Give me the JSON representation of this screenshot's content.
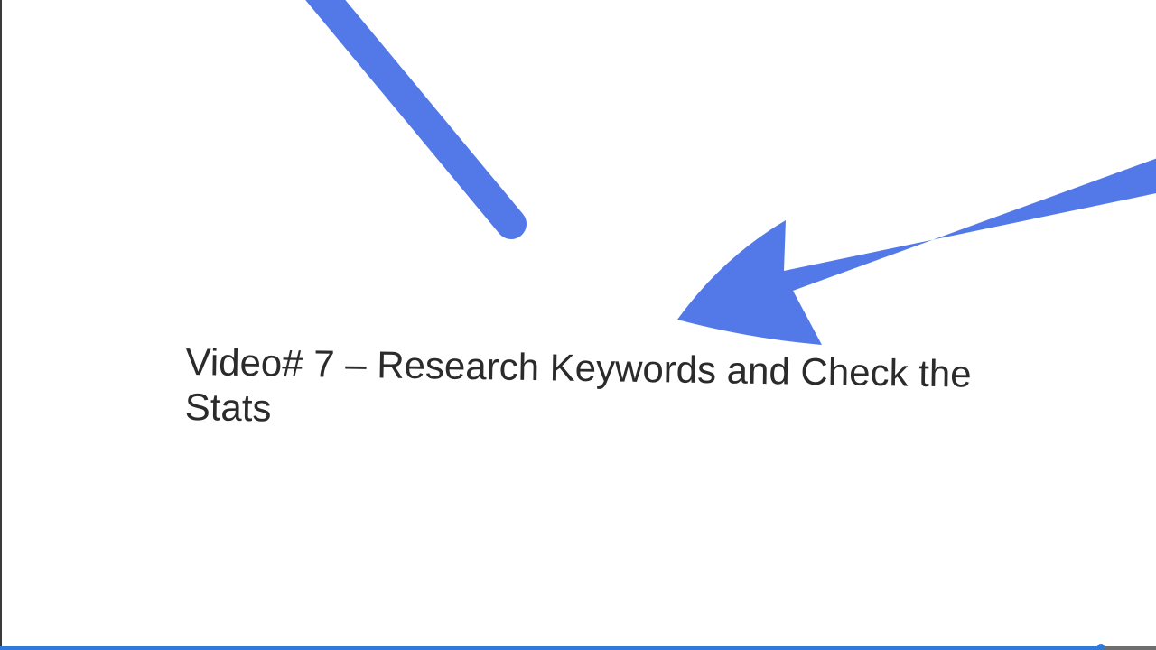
{
  "slide": {
    "title": "Video# 7 – Research Keywords and Check the Stats"
  },
  "colors": {
    "arrow": "#5379e8",
    "title_text": "#2b2b2b",
    "progress": "#2f7ad9",
    "track": "#6e6e6e",
    "background": "#ffffff"
  },
  "icons": [
    "arrow-line-shape",
    "arrow-shape"
  ],
  "playback": {
    "progress_fraction": 0.952
  }
}
